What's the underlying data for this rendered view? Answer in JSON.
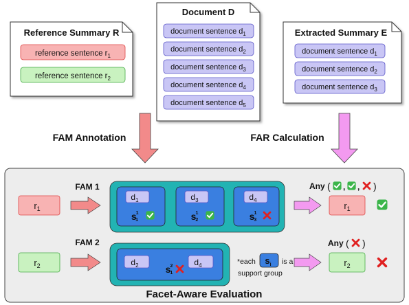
{
  "reference_summary": {
    "title": "Reference Summary R",
    "sentences": [
      {
        "label": "reference sentence r",
        "sub": "1"
      },
      {
        "label": "reference sentence r",
        "sub": "2"
      }
    ]
  },
  "document": {
    "title": "Document D",
    "sentences": [
      {
        "label": "document sentence d",
        "sub": "1"
      },
      {
        "label": "document sentence d",
        "sub": "2"
      },
      {
        "label": "document sentence d",
        "sub": "3"
      },
      {
        "label": "document sentence d",
        "sub": "4"
      },
      {
        "label": "document sentence d",
        "sub": "5"
      }
    ]
  },
  "extracted_summary": {
    "title": "Extracted Summary E",
    "sentences": [
      {
        "label": "document sentence d",
        "sub": "1"
      },
      {
        "label": "document sentence d",
        "sub": "2"
      },
      {
        "label": "document sentence d",
        "sub": "3"
      }
    ]
  },
  "arrows": {
    "left": "FAM Annotation",
    "right": "FAR Calculation"
  },
  "evaluation": {
    "title": "Facet-Aware Evaluation",
    "row1": {
      "ref": {
        "label": "r",
        "sub": "1"
      },
      "fam": "FAM 1",
      "groups": [
        {
          "doc": "d",
          "doc_sub": "1",
          "s": "s",
          "s_sub": "1",
          "s_sup": "1",
          "status": "check"
        },
        {
          "doc": "d",
          "doc_sub": "3",
          "s": "s",
          "s_sub": "2",
          "s_sup": "1",
          "status": "check"
        },
        {
          "doc": "d",
          "doc_sub": "4",
          "s": "s",
          "s_sub": "3",
          "s_sup": "1",
          "status": "cross"
        }
      ],
      "any_label": "Any",
      "any_separator": ",",
      "any_statuses": [
        "check",
        "check",
        "cross"
      ],
      "result": {
        "label": "r",
        "sub": "1",
        "status": "check"
      }
    },
    "row2": {
      "ref": {
        "label": "r",
        "sub": "2"
      },
      "fam": "FAM 2",
      "group": {
        "docs": [
          {
            "doc": "d",
            "doc_sub": "2"
          },
          {
            "doc": "d",
            "doc_sub": "4"
          }
        ],
        "s": "s",
        "s_sub": "1",
        "s_sup": "2",
        "status": "cross"
      },
      "note": {
        "prefix": "*each",
        "symbol": "s",
        "symbol_sub": "i",
        "suffix": "is a",
        "line2": "support group"
      },
      "any_label": "Any",
      "any_statuses": [
        "cross"
      ],
      "result": {
        "label": "r",
        "sub": "2",
        "status": "cross"
      }
    }
  },
  "colors": {
    "ref_fill": "#f8b3b3",
    "ref2_fill": "#c9f2c0",
    "doc_fill": "#c9c6f5",
    "doc_stroke": "#5a55c8",
    "teal": "#22b3b3",
    "blue": "#3a7fe0",
    "red_arrow": "#f28a8a",
    "pink_arrow": "#f39af0",
    "check_green": "#3bb54a",
    "cross_red": "#e02020"
  }
}
